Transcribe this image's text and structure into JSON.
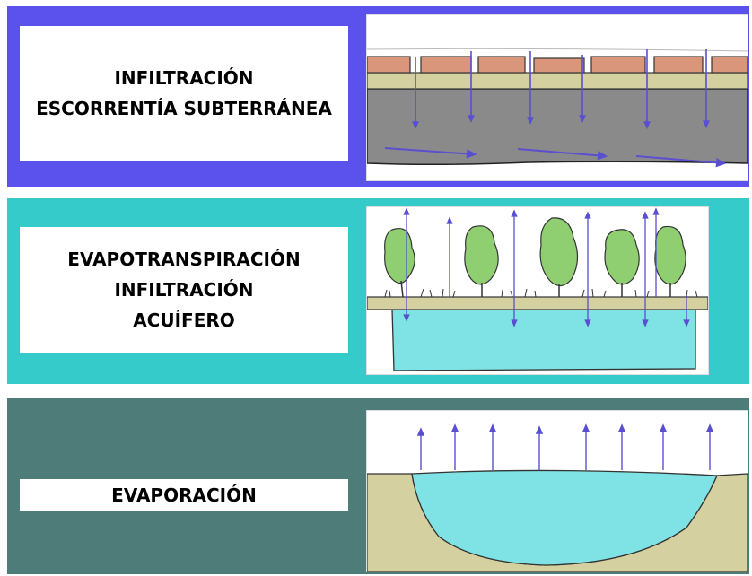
{
  "panels": [
    {
      "lines": [
        "INFILTRACIÓN",
        "ESCORRENTÍA SUBTERRÁNEA"
      ],
      "color": "#5b52ee"
    },
    {
      "lines": [
        "EVAPOTRANSPIRACIÓN",
        "INFILTRACIÓN",
        "ACUÍFERO"
      ],
      "color": "#36cbcb"
    },
    {
      "lines": [
        "EVAPORACIÓN"
      ],
      "color": "#4e7c79"
    }
  ],
  "colors": {
    "arrow": "#5a4fd0",
    "soil_layer": "#d4d0a0",
    "rock_layer": "#8a8a8a",
    "paver": "#d9967a",
    "tree": "#8fcf72",
    "water": "#7fe2e4"
  }
}
